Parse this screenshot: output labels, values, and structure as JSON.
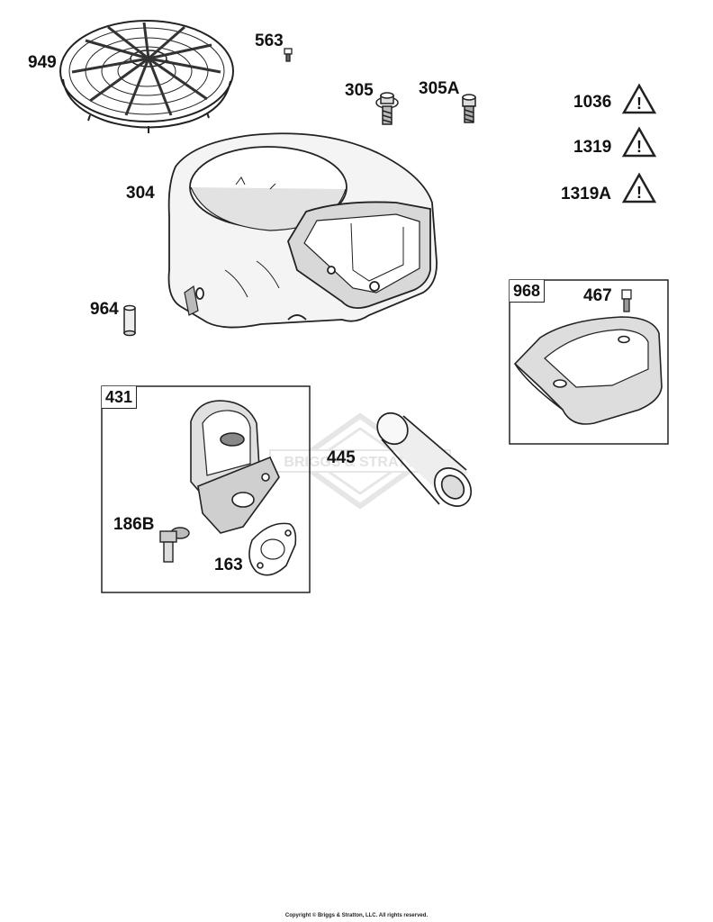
{
  "watermark": "BRIGGS & STRATTON",
  "labels": {
    "p949": "949",
    "p563": "563",
    "p305": "305",
    "p305a": "305A",
    "p1036": "1036",
    "p1319": "1319",
    "p1319a": "1319A",
    "p304": "304",
    "p964": "964",
    "p968": "968",
    "p467": "467",
    "p431": "431",
    "p445": "445",
    "p186b": "186B",
    "p163": "163"
  },
  "warning_symbol": "!",
  "copyright": "Copyright © Briggs & Stratton, LLC. All rights reserved."
}
